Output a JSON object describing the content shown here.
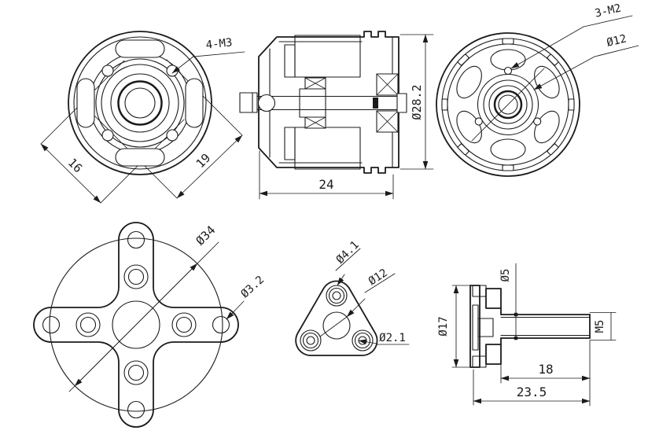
{
  "drawing": {
    "background": "#ffffff",
    "line_color": "#1b1b1b",
    "views": {
      "front": {
        "dims": {
          "mount_holes": "4-M3",
          "hole_spacing_a": "16",
          "hole_spacing_b": "19"
        }
      },
      "section": {
        "dims": {
          "body_length": "24",
          "body_diameter": "Ø28.2"
        }
      },
      "rear": {
        "dims": {
          "screw_holes": "3-M2",
          "hub_diameter": "Ø12"
        }
      },
      "mount_plate": {
        "dims": {
          "outer_diameter": "Ø34",
          "hole_diameter": "Ø3.2"
        }
      },
      "prop_adapter_front": {
        "dims": {
          "boss_diameter": "Ø4.1",
          "hub_diameter": "Ø12",
          "hole_diameter": "Ø2.1"
        }
      },
      "prop_adapter_side": {
        "dims": {
          "flange_diameter": "Ø17",
          "shaft_diameter": "Ø5",
          "thread": "M5",
          "thread_length": "18",
          "overall_length": "23.5"
        }
      }
    }
  }
}
